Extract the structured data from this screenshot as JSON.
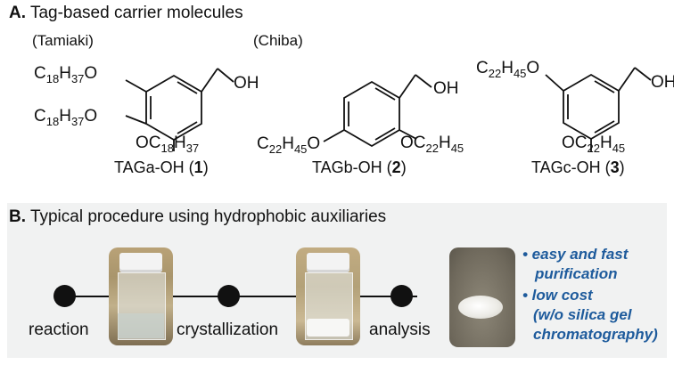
{
  "section_a": {
    "letter": "A.",
    "title": "Tag-based carrier molecules",
    "author_tamiaki": "(Tamiaki)",
    "author_chiba": "(Chiba)"
  },
  "molecules": [
    {
      "name": "TAGa-OH (",
      "number": "1",
      "close": ")",
      "substituents": [
        "C18H37O",
        "C18H37O",
        "OC18H37"
      ],
      "alcohol": "OH"
    },
    {
      "name": "TAGb-OH (",
      "number": "2",
      "close": ")",
      "substituents": [
        "C22H45O",
        "OC22H45"
      ],
      "alcohol": "OH"
    },
    {
      "name": "TAGc-OH (",
      "number": "3",
      "close": ")",
      "substituents": [
        "C22H45O",
        "OC22H45"
      ],
      "alcohol": "OH"
    }
  ],
  "section_b": {
    "letter": "B.",
    "title": "Typical procedure using hydrophobic auxiliaries",
    "steps": [
      "reaction",
      "crystallization",
      "analysis"
    ],
    "bullets": [
      "• easy and fast",
      "purification",
      "• low cost",
      "(w/o silica gel",
      "chromatography)"
    ],
    "bullet_color": "#1e5b9c"
  }
}
